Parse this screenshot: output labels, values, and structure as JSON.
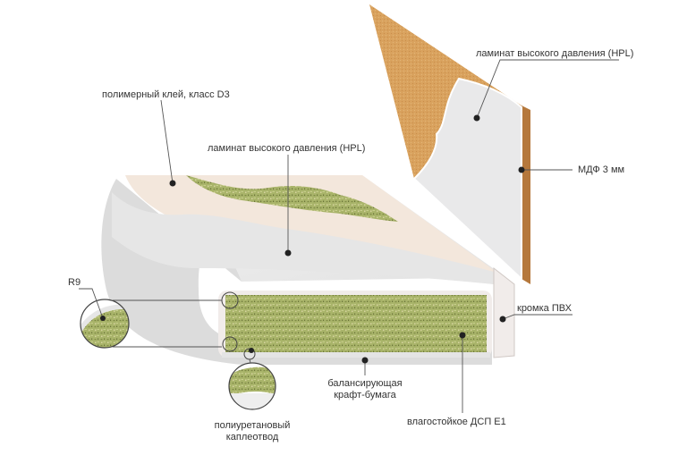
{
  "labels": {
    "hpl_top": "ламинат высокого давления (HPL)",
    "glue": "полимерный клей, класс D3",
    "hpl_mid": "ламинат высокого давления (HPL)",
    "mdf": "МДФ 3 мм",
    "r9": "R9",
    "edge_pvc": "кромка ПВХ",
    "balance_line1": "балансирующая",
    "balance_line2": "крафт-бумага",
    "dsp": "влагостойкое ДСП Е1",
    "drip_line1": "полиуретановый",
    "drip_line2": "каплеотвод"
  },
  "colors": {
    "particleboard": "#a9b46a",
    "mdf": "#d9a25e",
    "laminate": "#eeeeee",
    "glue": "#f3e7dc",
    "edge": "#f1ecea",
    "leader": "#555555",
    "dot": "#222222",
    "text": "#333333"
  }
}
